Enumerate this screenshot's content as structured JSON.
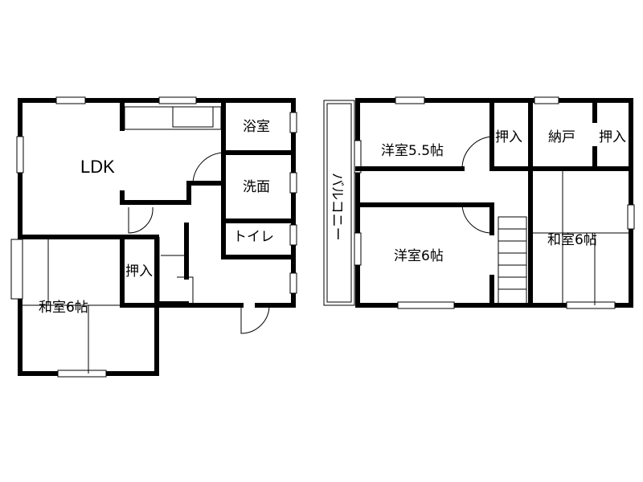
{
  "floor1": {
    "ldk": "LDK",
    "bath": "浴室",
    "washroom": "洗面",
    "toilet": "トイレ",
    "closet": "押入",
    "japanese_room": "和室6帖"
  },
  "floor2": {
    "western_room_a": "洋室5.5帖",
    "closet_a": "押入",
    "storage": "納戸",
    "closet_b": "押入",
    "balcony": "バルコニー",
    "western_room_b": "洋室6帖",
    "japanese_room": "和室6帖"
  }
}
